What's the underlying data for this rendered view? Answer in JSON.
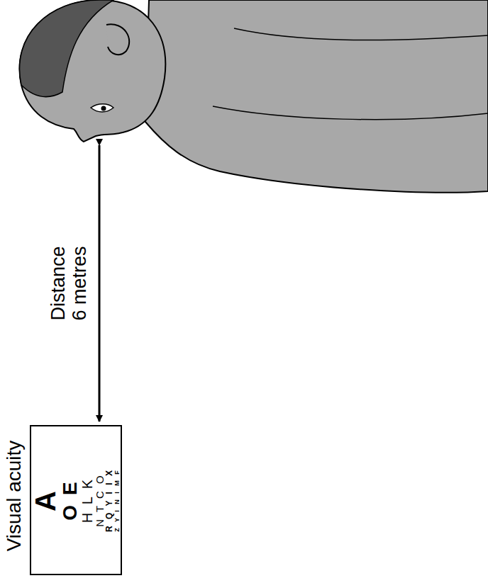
{
  "diagram": {
    "title": "Visual acuity",
    "nodes": [
      {
        "text": [
          "A",
          "O E",
          "H L K",
          "N T C O",
          "R Q Y I I X",
          "Z Y I N I M F"
        ]
      }
    ],
    "labels": [
      "Distance",
      "6 metres"
    ]
  }
}
